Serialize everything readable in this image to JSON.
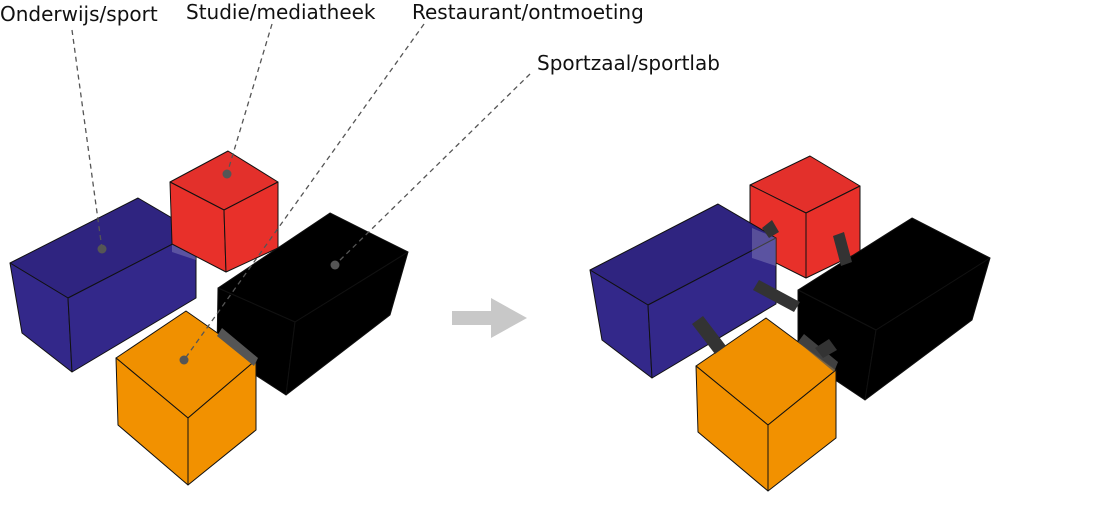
{
  "labels": {
    "onderwijs": "Onderwijs/sport",
    "studie": "Studie/mediatheek",
    "restaurant": "Restaurant/ontmoeting",
    "sportzaal": "Sportzaal/sportlab"
  },
  "colors": {
    "onderwijs": "#33288a",
    "studie": "#e8302a",
    "restaurant": "#f29100",
    "sportzaal": "#000000",
    "arrow": "#c8c8c8",
    "connector": "#333333"
  },
  "icons": {
    "transition_arrow": "right-arrow-icon"
  }
}
